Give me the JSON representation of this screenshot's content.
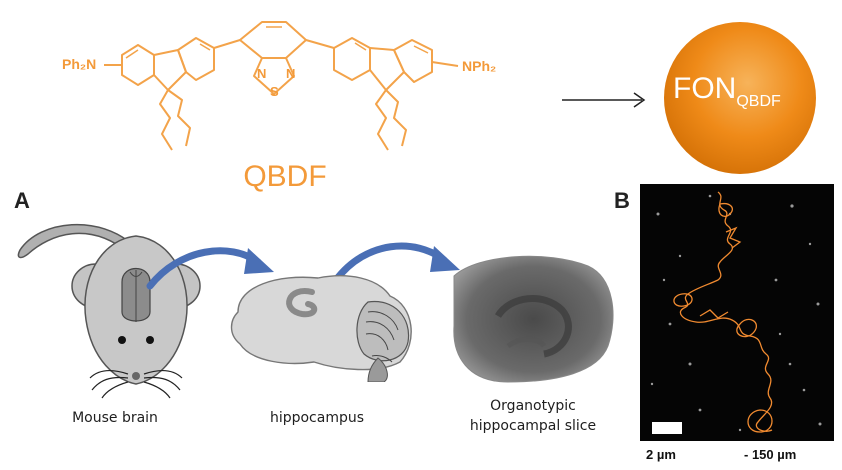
{
  "molecule": {
    "name": "QBDF",
    "left_substituent": "Ph₂N",
    "right_substituent": "NPh₂",
    "ring_atoms": [
      "N",
      "N",
      "S"
    ],
    "color": "#f39a3a",
    "bond_color": "#f3a34a"
  },
  "nanoparticle": {
    "label_main": "FON",
    "label_sub": "QBDF",
    "color": "#f08a14"
  },
  "panel_a": {
    "letter": "A",
    "captions": {
      "mouse": "Mouse brain",
      "hippocampus": "hippocampus",
      "slice_line1": "Organotypic",
      "slice_line2": "hippocampal slice"
    },
    "arrow_color": "#4a6fb5"
  },
  "panel_b": {
    "letter": "B",
    "scale_left": "2 µm",
    "scale_right": "- 150 µm",
    "trace_color": "#f08a30"
  }
}
